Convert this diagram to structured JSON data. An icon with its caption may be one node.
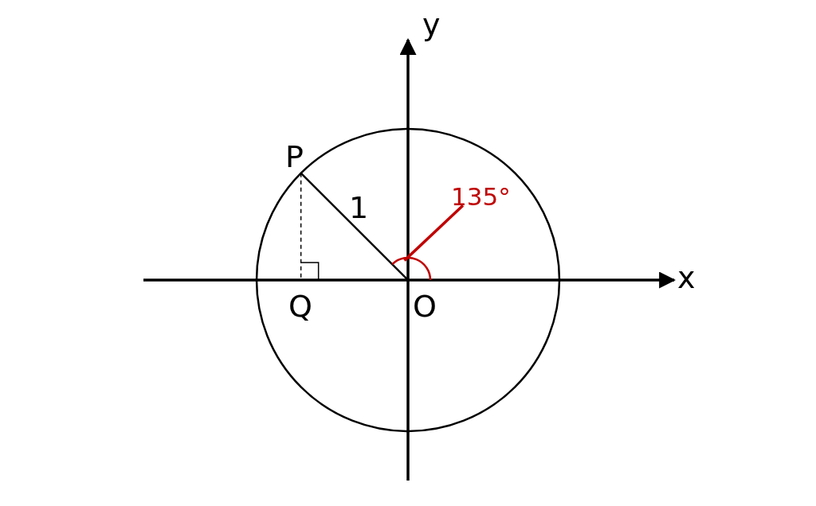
{
  "diagram": {
    "nodes": [
      {
        "text": [
          "135°"
        ]
      },
      {
        "text": [],
        "shape": "arc"
      }
    ],
    "edges": [
      {
        "from": 0,
        "to": 1,
        "arrow": "none",
        "color": "#c00000"
      }
    ],
    "labels": [
      "y",
      "P",
      "1",
      "x",
      "Q",
      "O"
    ]
  }
}
